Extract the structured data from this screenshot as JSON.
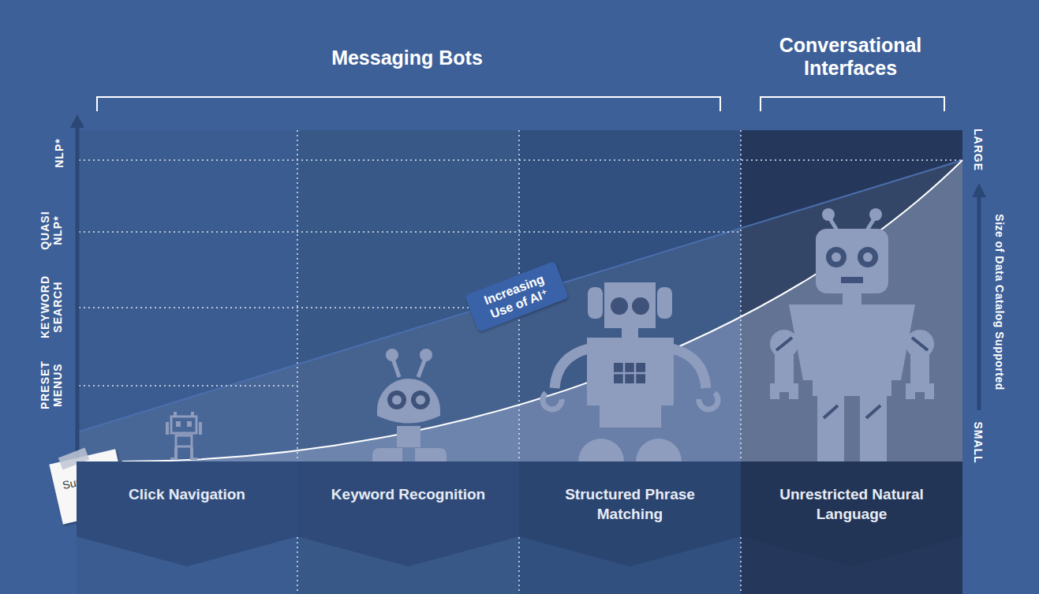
{
  "diagram": {
    "nodes": [
      {
        "text": [
          "Increasing Use of AI⁺"
        ]
      },
      {
        "text": [
          "Supported input:"
        ]
      },
      {
        "text": [
          "Click Navigation"
        ]
      },
      {
        "text": [
          "Keyword Recognition"
        ]
      },
      {
        "text": [
          "Structured Phrase Matching"
        ]
      },
      {
        "text": [
          "Unrestricted Natural Language"
        ]
      }
    ],
    "labels": [
      "Messaging Bots",
      "Conversational Interfaces",
      "NLP*",
      "QUASI NLP*",
      "KEYWORD SEARCH",
      "PRESET MENUS",
      "LARGE",
      "Size of Data Catalog Supported",
      "SMALL"
    ]
  }
}
